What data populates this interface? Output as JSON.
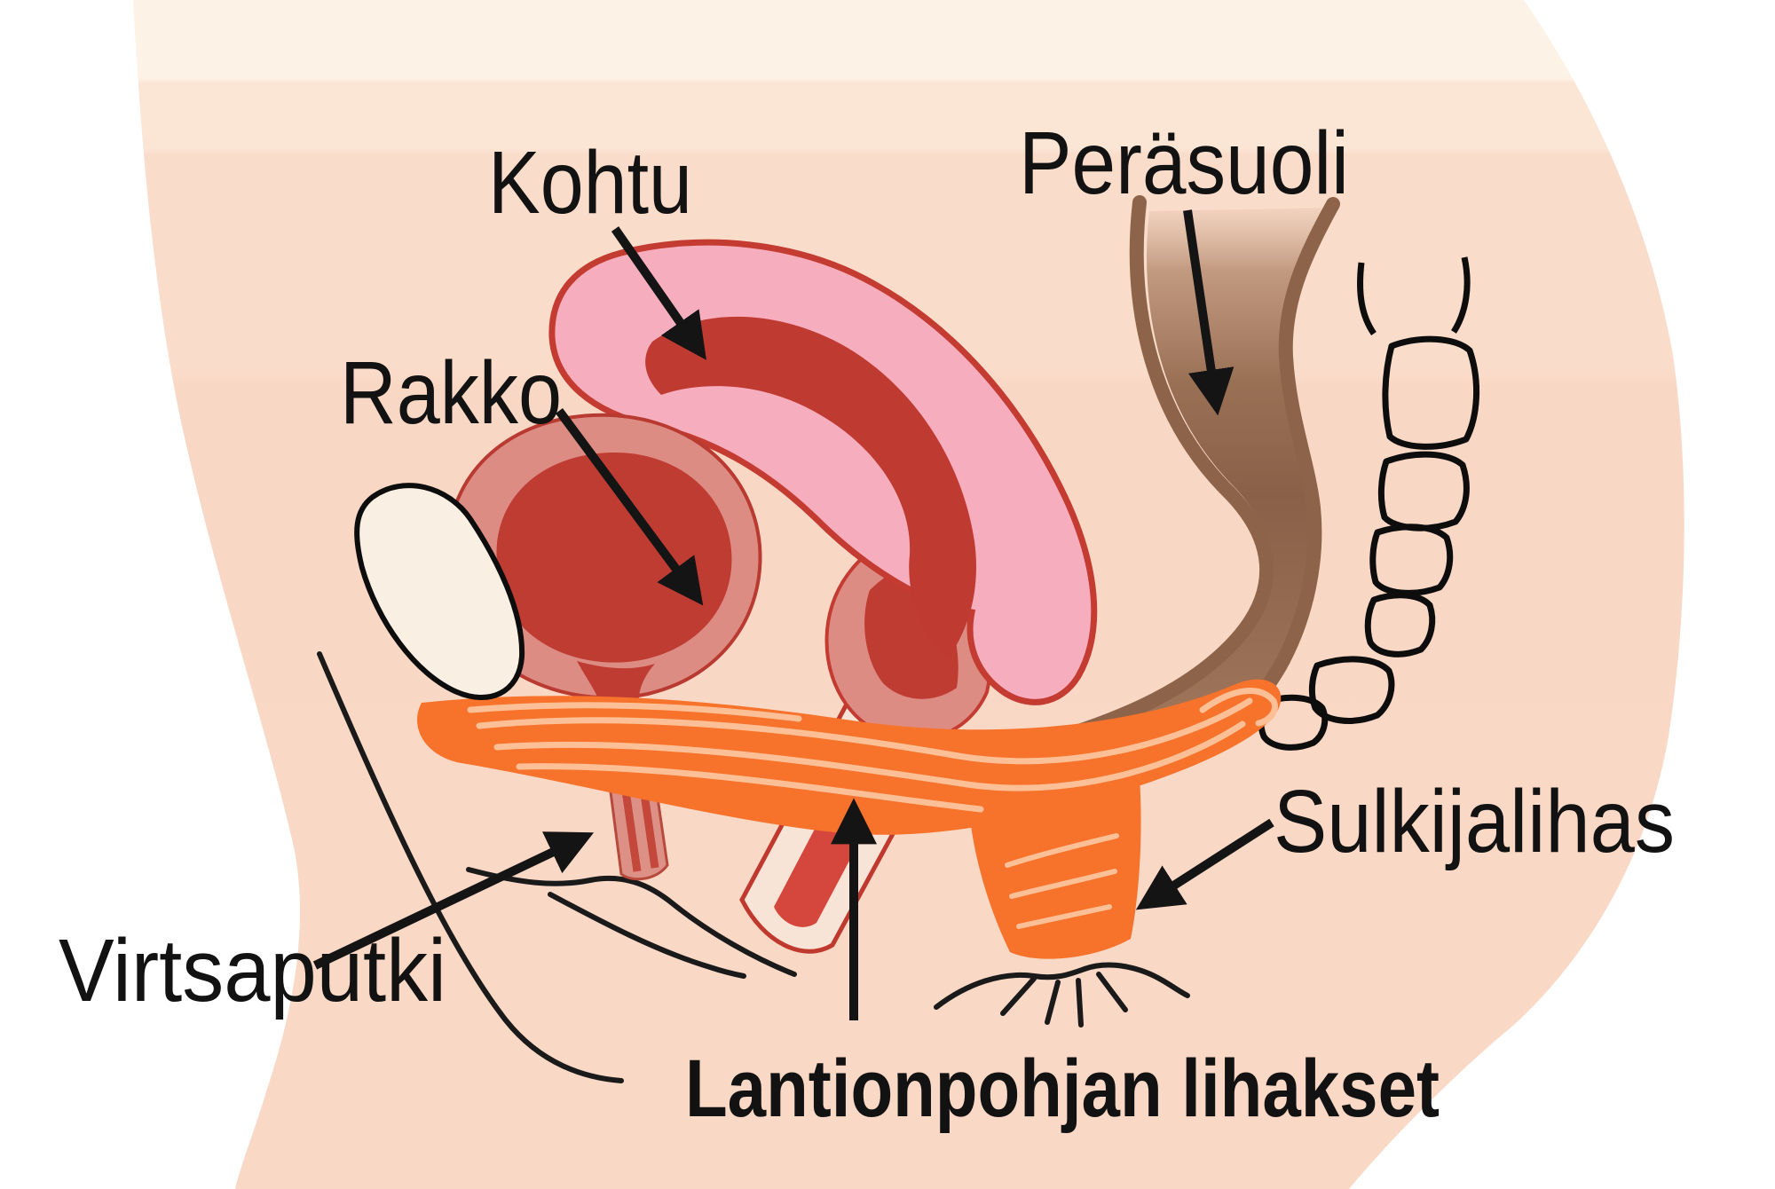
{
  "figure": {
    "type": "anatomical diagram",
    "subject": "Female pelvic floor, sagittal side view (Finnish labels)"
  },
  "labels": {
    "kohtu": {
      "text": "Kohtu",
      "meaning": "uterus"
    },
    "rakko": {
      "text": "Rakko",
      "meaning": "bladder"
    },
    "perasuoli": {
      "text": "Peräsuoli",
      "meaning": "rectum"
    },
    "sulkijalihas": {
      "text": "Sulkijalihas",
      "meaning": "sphincter muscle"
    },
    "virtsaputki": {
      "text": "Virtsaputki",
      "meaning": "urethra"
    },
    "lantionpohjan": {
      "text": "Lantionpohjan lihakset",
      "meaning": "pelvic floor muscles"
    }
  },
  "colors": {
    "background_white": "#ffffff",
    "skin": "#f9d7c5",
    "skin_light": "#fdf2e6",
    "outline_black": "#141414",
    "uterus_pink": "#f6aebf",
    "uterus_cavity_red": "#bf3a31",
    "organ_outline_red": "#c43b31",
    "cervix_wall": "#dd8c83",
    "cervix_canal": "#bf3c33",
    "bladder_wall": "#dd8c83",
    "bladder_interior": "#bf3c33",
    "vagina_wall_cream": "#f8e4d7",
    "vagina_canal_red": "#d5473c",
    "urethra_wall": "#dd9186",
    "urethra_stripe": "#c4473b",
    "rectum_brown": "#8a6148",
    "rectum_edge_brown": "#8d6449",
    "muscle_orange": "#f7722a",
    "muscle_streak": "#fcbf96",
    "pubic_bone_cream": "#f9efe2",
    "vertebra_fill": "#fbe3d2"
  }
}
